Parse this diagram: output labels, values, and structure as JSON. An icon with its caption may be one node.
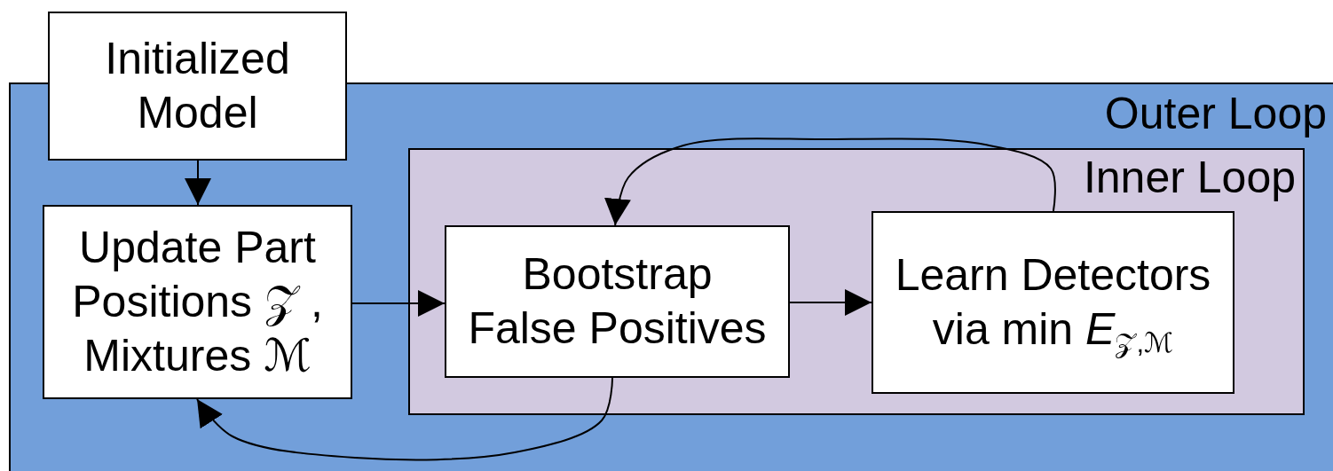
{
  "diagram": {
    "nodes": [
      {
        "text": [
          "Outer Loop"
        ]
      },
      {
        "text": [
          "Initialized Model"
        ]
      },
      {
        "text": [
          "Update Part Positions 𝒵 , Mixtures ℳ"
        ],
        "in": 0
      },
      {
        "text": [
          "Inner Loop"
        ],
        "in": 0
      },
      {
        "text": [
          "Bootstrap False Positives"
        ],
        "in": 3
      },
      {
        "text": [
          "Learn Detectors via min *E*$_{𝒵,ℳ}$"
        ],
        "in": 3
      }
    ],
    "edges": [
      {
        "from": 1,
        "to": 2,
        "arrow": "to"
      },
      {
        "from": 2,
        "to": 4,
        "arrow": "to"
      },
      {
        "from": 4,
        "to": 5,
        "arrow": "to"
      },
      {
        "from": 5,
        "to": 4,
        "arrow": "to"
      },
      {
        "from": 4,
        "to": 2,
        "arrow": "to"
      }
    ]
  }
}
